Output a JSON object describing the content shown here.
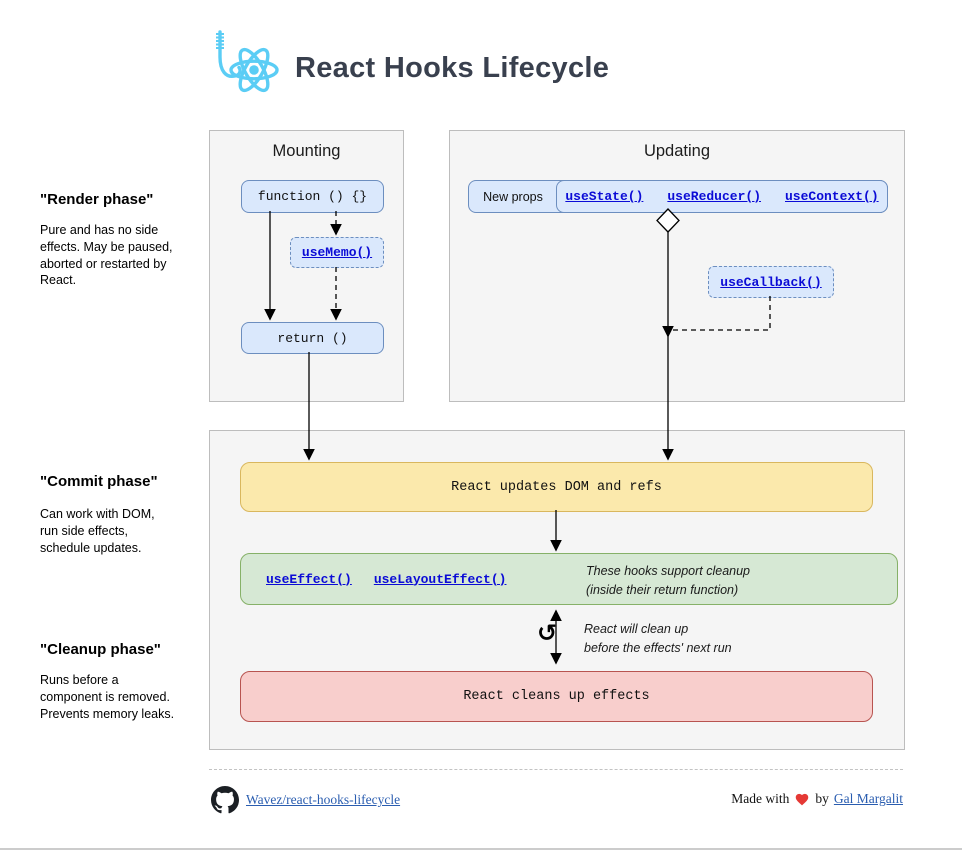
{
  "header": {
    "title": "React Hooks Lifecycle",
    "logo": "react-hook-logo"
  },
  "phases": [
    {
      "title": "\"Render phase\"",
      "body": "Pure and has no side\neffects. May be paused,\naborted or restarted by\nReact."
    },
    {
      "title": "\"Commit phase\"",
      "body": "Can work with DOM,\nrun side effects,\nschedule updates."
    },
    {
      "title": "\"Cleanup phase\"",
      "body": "Runs before a\ncomponent is removed.\nPrevents memory leaks."
    }
  ],
  "mounting": {
    "title": "Mounting",
    "function_label": "function () {}",
    "usememo_label": "useMemo()",
    "return_label": "return ()"
  },
  "updating": {
    "title": "Updating",
    "new_props_label": "New props",
    "links": [
      "useState()",
      "useReducer()",
      "useContext()"
    ],
    "usecallback_label": "useCallback()"
  },
  "commit": {
    "dom_label": "React updates DOM and refs",
    "effects_links": [
      "useEffect()",
      "useLayoutEffect()"
    ],
    "effects_note": "These hooks support cleanup\n(inside their return function)",
    "cleanup_note": "React will clean up\nbefore the effects' next run",
    "cleanup_label": "React cleans up effects",
    "refresh_icon": "↺"
  },
  "footer": {
    "repo": "Wavez/react-hooks-lifecycle",
    "made_with": "Made with",
    "by": "by",
    "author": "Gal Margalit"
  },
  "colors": {
    "react_blue": "#5bcdf5",
    "link_blue": "#0b0bd6",
    "chip_fill": "#dae8fc",
    "chip_border": "#6c8ebf",
    "yellow_fill": "#fbe9ac",
    "yellow_border": "#d9b75e",
    "green_fill": "#d6e8d4",
    "green_border": "#86b168",
    "red_fill": "#f8cecc",
    "red_border": "#b85450",
    "container_fill": "#f5f5f5",
    "heart_red": "#e53935"
  }
}
